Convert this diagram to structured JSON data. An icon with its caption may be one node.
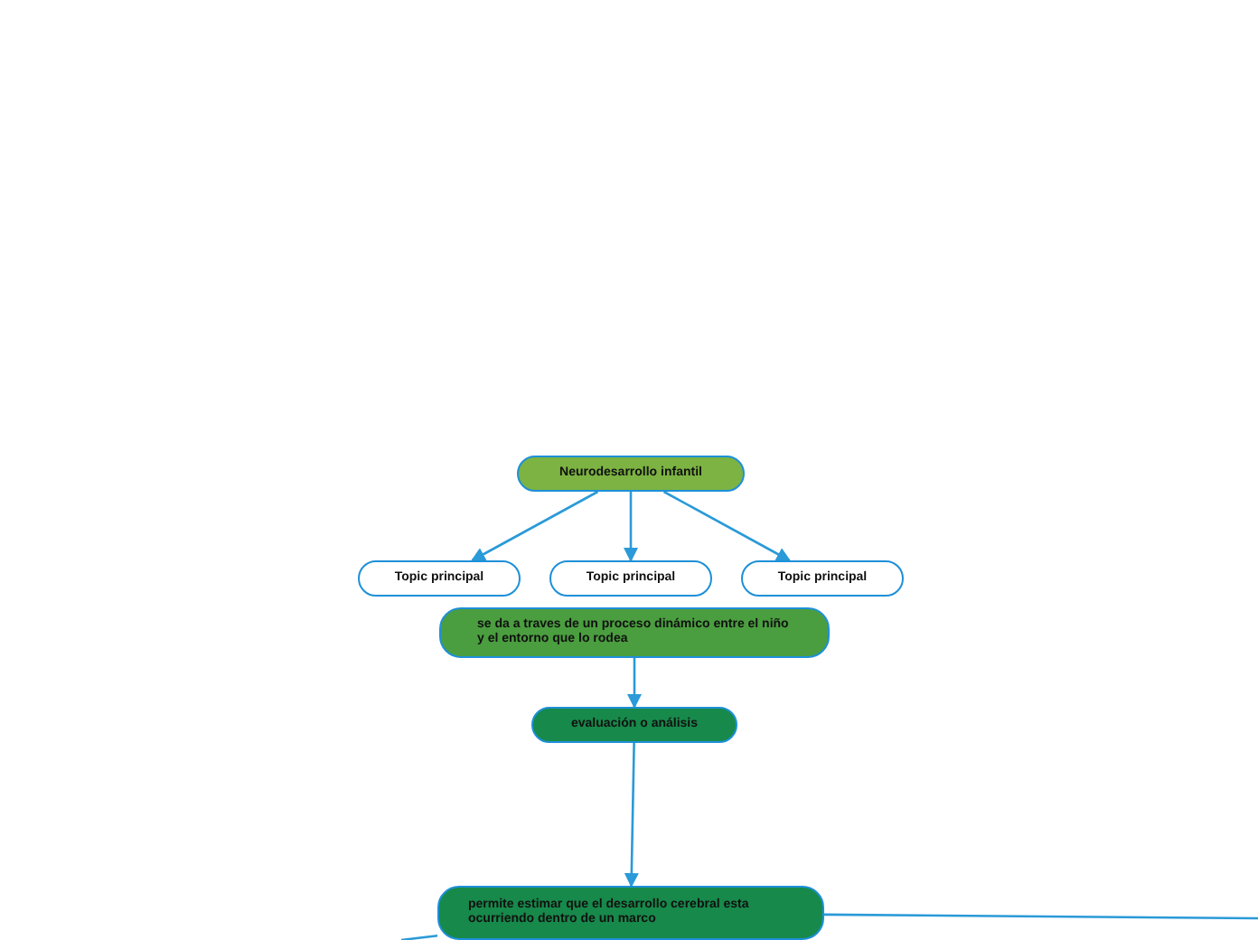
{
  "diagram": {
    "nodes": [
      {
        "text": [
          "Neurodesarrollo infantil"
        ]
      },
      {
        "text": [
          "Topic principal"
        ]
      },
      {
        "text": [
          "Topic principal"
        ]
      },
      {
        "text": [
          "Topic principal"
        ]
      },
      {
        "text": [
          "se da a traves de un proceso dinámico entre el niño y el entorno que lo rodea"
        ]
      },
      {
        "text": [
          "evaluación o análisis"
        ]
      },
      {
        "text": [
          "permite estimar que el desarrollo cerebral esta ocurriendo dentro de un marco"
        ]
      }
    ],
    "edges": [
      {
        "from": 0,
        "to": 1,
        "arrow": "to"
      },
      {
        "from": 0,
        "to": 2,
        "arrow": "to"
      },
      {
        "from": 0,
        "to": 3,
        "arrow": "to"
      },
      {
        "from": 4,
        "to": 5,
        "arrow": "to"
      },
      {
        "from": 5,
        "to": 6,
        "arrow": "to"
      },
      {
        "from": 6,
        "to": null,
        "arrow": "none"
      },
      {
        "from": 6,
        "to": null,
        "arrow": "none"
      }
    ]
  }
}
